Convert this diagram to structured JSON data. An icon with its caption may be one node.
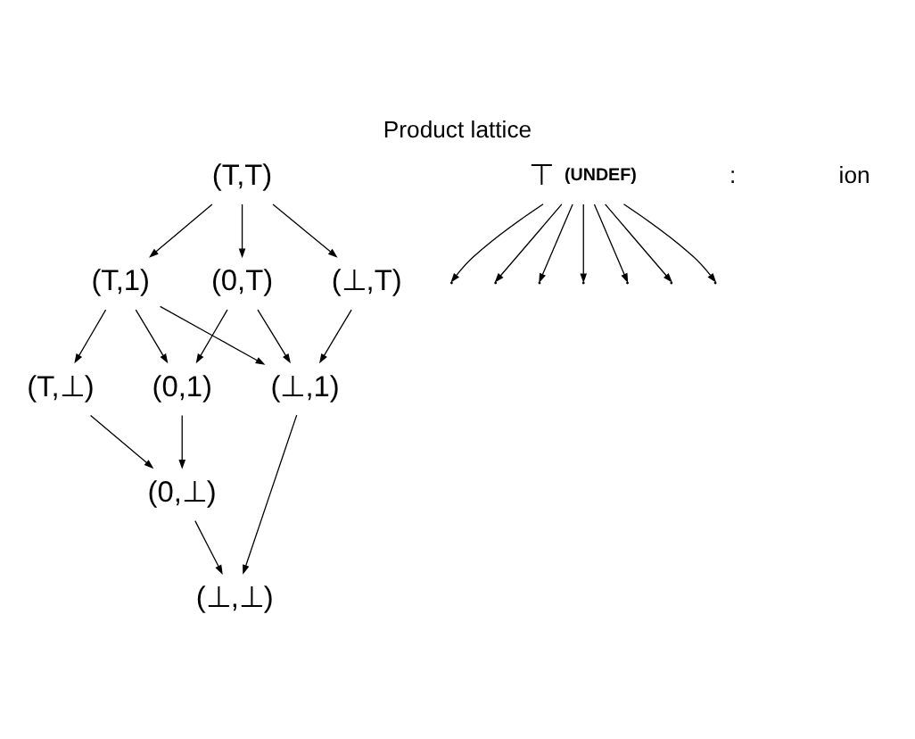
{
  "diagram": {
    "title": "Product lattice",
    "nodes": [
      {
        "text": [
          "(T,T)"
        ]
      },
      {
        "text": [
          "(T,1)"
        ]
      },
      {
        "text": [
          "(0,T)"
        ]
      },
      {
        "text": [
          "(⊥,T)"
        ]
      },
      {
        "text": [
          "(T,⊥)"
        ]
      },
      {
        "text": [
          "(0,1)"
        ]
      },
      {
        "text": [
          "(⊥,1)"
        ]
      },
      {
        "text": [
          "(0,⊥)"
        ]
      },
      {
        "text": [
          "(⊥,⊥)"
        ]
      },
      {
        "text": [
          "⊤"
        ],
        "beside": [
          "(UNDEF)"
        ]
      }
    ],
    "edges": [
      {
        "from": 0,
        "to": 1,
        "arrow": "to"
      },
      {
        "from": 0,
        "to": 2,
        "arrow": "to"
      },
      {
        "from": 0,
        "to": 3,
        "arrow": "to"
      },
      {
        "from": 1,
        "to": 4,
        "arrow": "to"
      },
      {
        "from": 1,
        "to": 5,
        "arrow": "to"
      },
      {
        "from": 1,
        "to": 6,
        "arrow": "to"
      },
      {
        "from": 2,
        "to": 5,
        "arrow": "to"
      },
      {
        "from": 2,
        "to": 6,
        "arrow": "to"
      },
      {
        "from": 3,
        "to": 6,
        "arrow": "to"
      },
      {
        "from": 4,
        "to": 7,
        "arrow": "to"
      },
      {
        "from": 5,
        "to": 7,
        "arrow": "to"
      },
      {
        "from": 7,
        "to": 8,
        "arrow": "to"
      },
      {
        "from": 6,
        "to": 8,
        "arrow": "to"
      },
      {
        "from": 9,
        "to": null,
        "arrow": "to"
      },
      {
        "from": 9,
        "to": null,
        "arrow": "to"
      },
      {
        "from": 9,
        "to": null,
        "arrow": "to"
      },
      {
        "from": 9,
        "to": null,
        "arrow": "to"
      },
      {
        "from": 9,
        "to": null,
        "arrow": "to"
      },
      {
        "from": 9,
        "to": null,
        "arrow": "to"
      },
      {
        "from": 9,
        "to": null,
        "arrow": "to"
      }
    ],
    "labels": [
      ":",
      "ion"
    ]
  }
}
